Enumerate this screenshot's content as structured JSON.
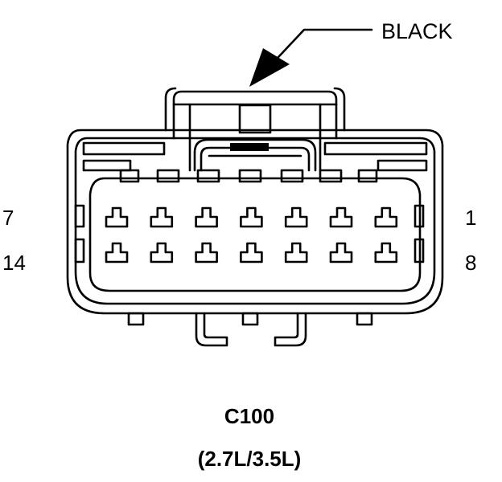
{
  "callout": {
    "label": "BLACK"
  },
  "pin_numbers": {
    "top_left": "7",
    "top_right": "1",
    "bottom_left": "14",
    "bottom_right": "8"
  },
  "caption": {
    "connector_id": "C100",
    "engine": "(2.7L/3.5L)"
  },
  "connector": {
    "rows": 2,
    "cavities_per_row": 7
  }
}
